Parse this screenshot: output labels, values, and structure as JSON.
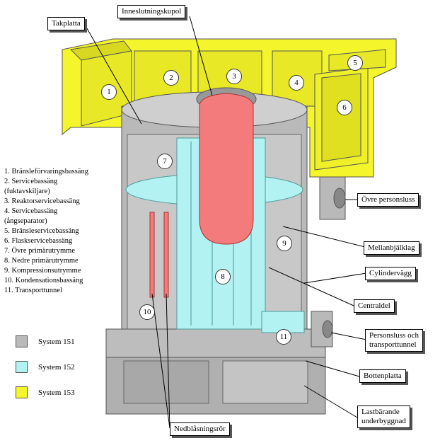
{
  "colors": {
    "system151": "#b9b9b9",
    "system152": "#b2f2f2",
    "system153": "#f5f52c",
    "vessel": "#f47b7b"
  },
  "callouts": {
    "takplatta": "Takplatta",
    "inneslutningskupol": "Inneslutningskupol",
    "ovre_personsluss": "Övre personsluss",
    "mellanbjalklag": "Mellanbjälklag",
    "cylindervagg": "Cylindervägg",
    "centraldel": "Centraldel",
    "personsluss_line1": "Personsluss och",
    "personsluss_line2": "transporttunnel",
    "bottenplatta": "Bottenplatta",
    "lastbarande_line1": "Lastbärande",
    "lastbarande_line2": "underbyggnad",
    "nedblasningsror": "Nedblåsningsrör"
  },
  "numbers": [
    "1",
    "2",
    "3",
    "4",
    "5",
    "6",
    "7",
    "8",
    "9",
    "10",
    "11"
  ],
  "legend_items": [
    "1. Bränsleförvaringsbassäng",
    "2. Servicebassäng",
    "    (fuktavskiljare)",
    "3. Reaktorservicebassäng",
    "4. Servicebassäng",
    "    (ångseparator)",
    "5. Bränsleservicebassäng",
    "6. Flaskservicebassäng",
    "7. Övre primärutrymme",
    "8. Nedre primärutrymme",
    "9. Kompressionsutrymme",
    "10. Kondensationsbassäng",
    "11. Transporttunnel"
  ],
  "systems": [
    {
      "label": "System 151",
      "color": "#b9b9b9"
    },
    {
      "label": "System 152",
      "color": "#b2f2f2"
    },
    {
      "label": "System 153",
      "color": "#f5f52c"
    }
  ]
}
